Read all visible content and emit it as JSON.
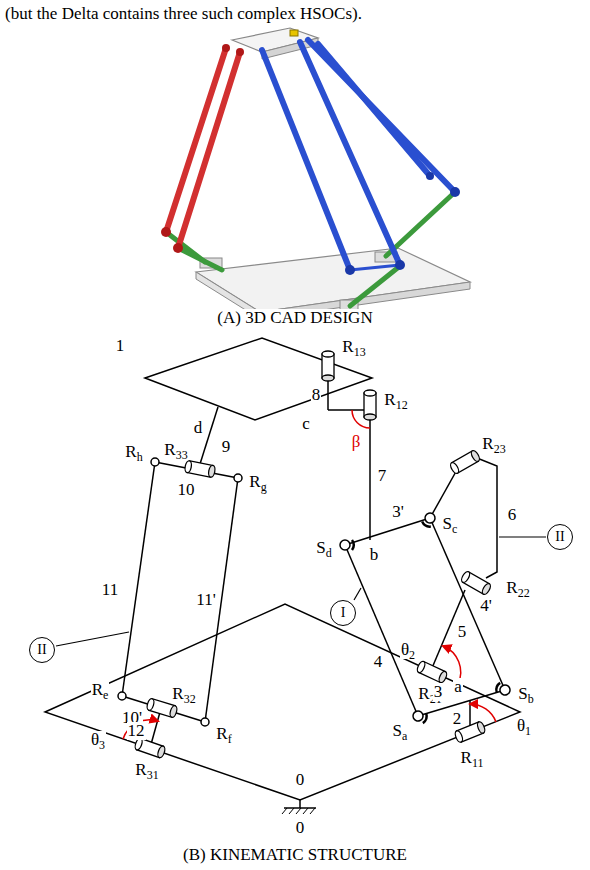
{
  "diagram": {
    "nodes": [
      {
        "text": [
          "II"
        ]
      },
      {
        "text": [
          "I"
        ]
      },
      {
        "text": [
          "II"
        ]
      }
    ],
    "labels": [
      "(but the Delta contains three such complex HSOCs).",
      "(A) 3D CAD DESIGN",
      "1",
      "R13",
      "8",
      "c",
      "R12",
      "β",
      "d",
      "9",
      "R33",
      "Rh",
      "10",
      "Rg",
      "7",
      "b",
      "Sd",
      "3'",
      "Sc",
      "R23",
      "6",
      "R22",
      "5",
      "4'",
      "θ2",
      "R21",
      "11",
      "11'",
      "4",
      "Re",
      "10'",
      "R32",
      "Rf",
      "12",
      "θ3",
      "R31",
      "Sa",
      "3",
      "a",
      "Sb",
      "2",
      "θ1",
      "R11",
      "0",
      "0",
      "(B) KINEMATIC STRUCTURE"
    ]
  }
}
